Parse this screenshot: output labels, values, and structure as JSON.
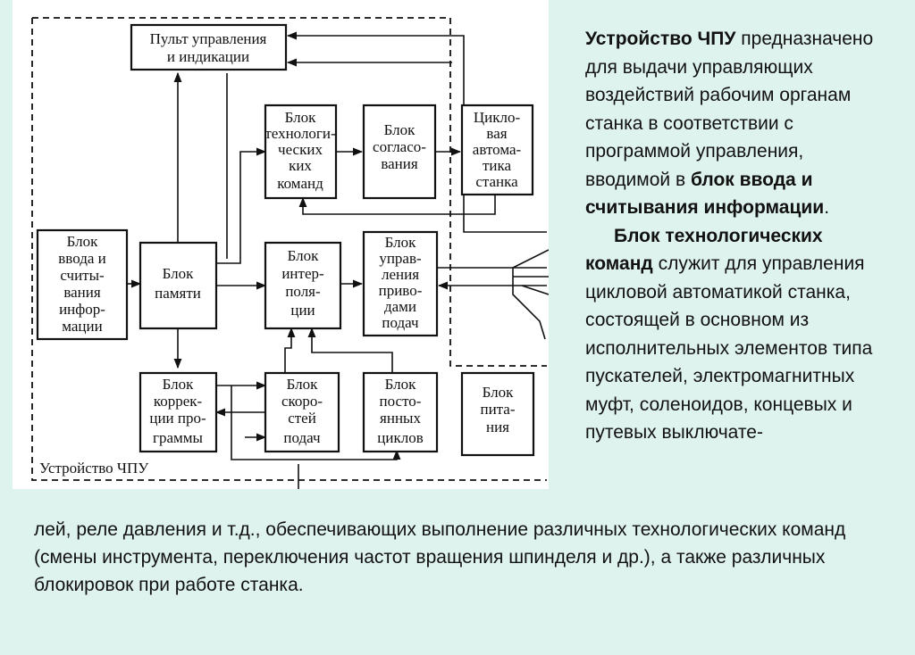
{
  "diagram": {
    "frame_label": "Устройство ЧПУ",
    "blocks": {
      "panel": [
        "Пульт управления",
        "и индикации"
      ],
      "tech_commands": [
        "Блок",
        "технологи-",
        "ческих",
        "ких",
        "команд"
      ],
      "matching": [
        "Блок",
        "согласо-",
        "вания"
      ],
      "cycle_automation": [
        "Цикло-",
        "вая",
        "автома-",
        "тика",
        "станка"
      ],
      "input": [
        "Блок",
        "ввода и",
        "считы-",
        "вания",
        "инфор-",
        "мации"
      ],
      "memory": [
        "Блок",
        "памяти"
      ],
      "interpolation": [
        "Блок",
        "интер-",
        "поля-",
        "ции"
      ],
      "feed_drive_control": [
        "Блок",
        "управ-",
        "ления",
        "приво-",
        "дами",
        "подач"
      ],
      "program_correction": [
        "Блок",
        "коррек-",
        "ции про-",
        "граммы"
      ],
      "feed_rates": [
        "Блок",
        "скоро-",
        "стей",
        "подач"
      ],
      "fixed_cycles": [
        "Блок",
        "посто-",
        "янных",
        "циклов"
      ],
      "power_supply": [
        "Блок",
        "пита-",
        "ния"
      ]
    }
  },
  "side_text": {
    "p1_bold": "Устройство ЧПУ",
    "p1_rest": " предназначено для выдачи управляющих воздействий рабочим органам станка в соответствии с программой управления, вводимой в ",
    "p1_bold2": "блок ввода и считывания информации",
    "p1_end": ".",
    "p2_bold": "Блок технологических команд",
    "p2_rest": " служит для управления цикловой автоматикой станка, состоящей в основном из исполнительных элементов типа пускателей, электромагнитных муфт, соленоидов, концевых и путевых выключате-"
  },
  "bottom_text": "лей, реле давления и т.д., обеспечивающих выполнение различных технологических команд (смены инструмента, переключения частот вращения шпинделя и др.), а также различных блокировок при работе станка.",
  "colors": {
    "background": "#dff3ee",
    "diagram_background": "#ffffff",
    "ink": "#111111"
  }
}
